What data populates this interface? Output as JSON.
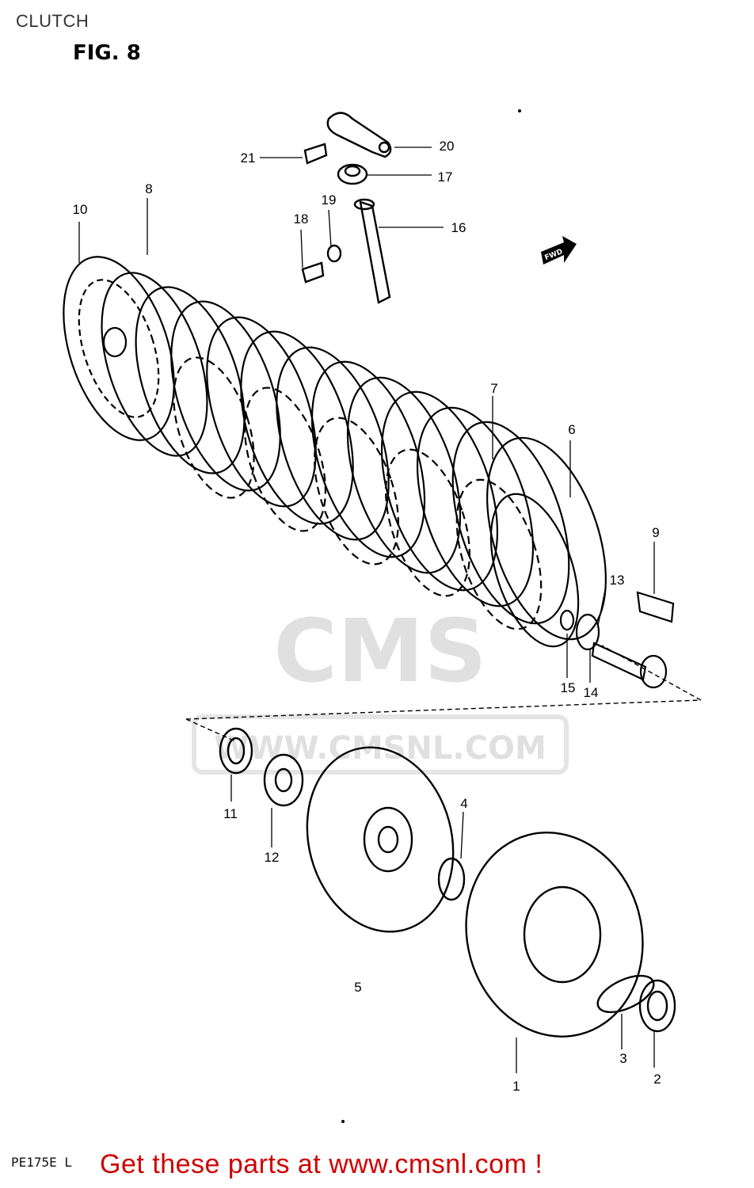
{
  "header": {
    "title": "CLUTCH",
    "figure": "FIG. 8"
  },
  "diagram": {
    "fwd_label": "FWD",
    "callouts": [
      "1",
      "2",
      "3",
      "4",
      "5",
      "6",
      "7",
      "8",
      "9",
      "10",
      "11",
      "12",
      "13",
      "14",
      "15",
      "16",
      "17",
      "18",
      "19",
      "20",
      "21"
    ]
  },
  "watermark": {
    "text": "CMS",
    "url": "WWW.CMSNL.COM"
  },
  "footer": {
    "drawing_code": "PE175E L",
    "link_text": "Get these parts at www.cmsnl.com !",
    "link_color": "#d00000"
  }
}
